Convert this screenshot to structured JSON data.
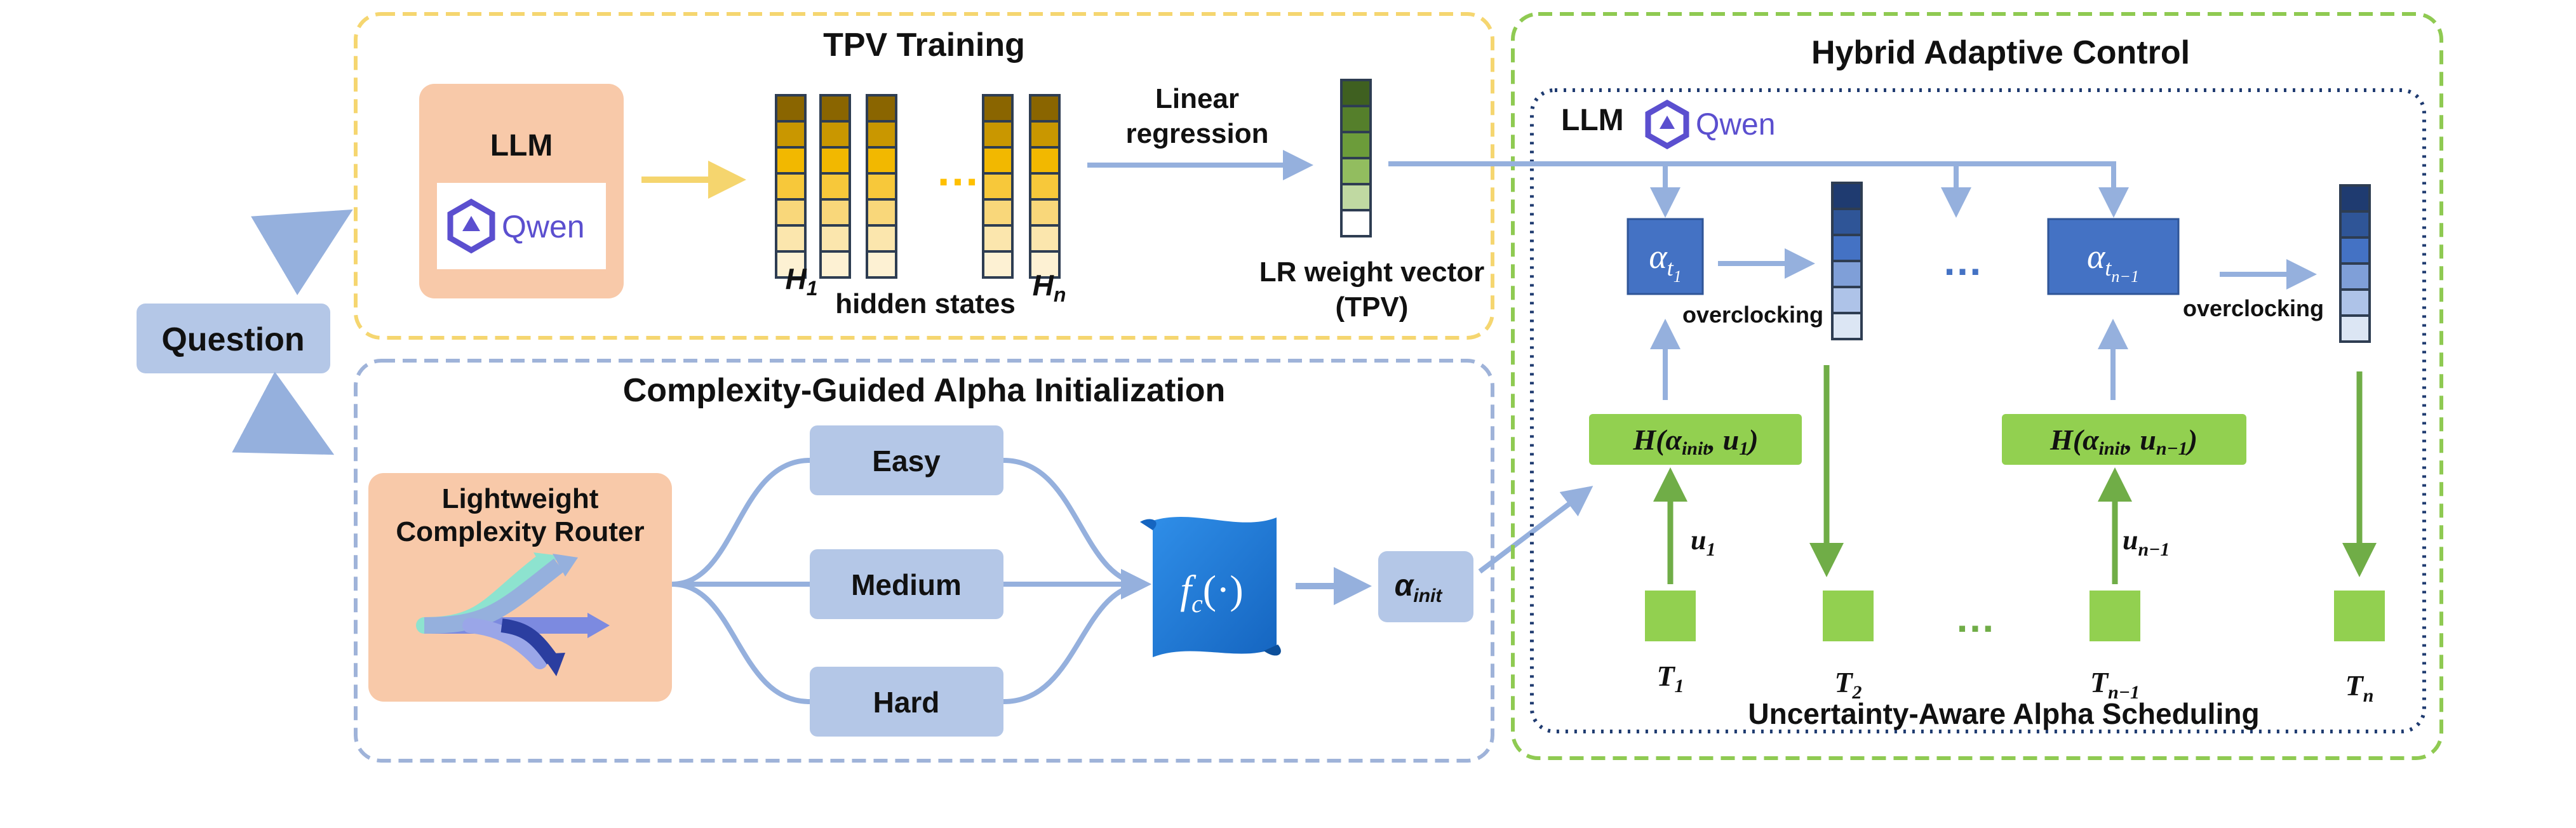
{
  "question": "Question",
  "tpv_panel": {
    "title": "TPV Training",
    "llm_label": "LLM",
    "qwen_text": "Qwen",
    "h1_label": "H",
    "h1_sub": "1",
    "hidden_states_label": "hidden states",
    "hn_label": "H",
    "hn_sub": "n",
    "ellipsis": "…",
    "linear_regression_line1": "Linear",
    "linear_regression_line2": "regression",
    "lr_label_line1": "LR weight vector",
    "lr_label_line2": "(TPV)"
  },
  "complexity_panel": {
    "title": "Complexity-Guided Alpha Initialization",
    "router_line1": "Lightweight",
    "router_line2": "Complexity Router",
    "easy": "Easy",
    "medium": "Medium",
    "hard": "Hard",
    "fc_f": "f",
    "fc_sub": "c",
    "fc_rest": "(·)",
    "alpha_init_symbol": "α",
    "alpha_init_sub": "init"
  },
  "hybrid_panel": {
    "title": "Hybrid Adaptive Control",
    "llm_label": "LLM",
    "qwen_text": "Qwen",
    "alpha_symbol": "α",
    "alpha_t1_sub": "t",
    "alpha_t1_subsub": "1",
    "alpha_tn_sub": "t",
    "alpha_tn_subsub": "n−1",
    "overclocking_1": "overclocking",
    "overclocking_2": "overclocking",
    "h_func_1": "H(α",
    "h_func_1_sub": "init",
    "h_func_1_rest": ", u",
    "h_func_1_rest_sub": "1",
    "h_func_1_close": ")",
    "h_func_2": "H(α",
    "h_func_2_sub": "init",
    "h_func_2_rest": ", u",
    "h_func_2_rest_sub": "n−1",
    "h_func_2_close": ")",
    "u1": "u",
    "u1_sub": "1",
    "un1": "u",
    "un1_sub": "n−1",
    "t1": "T",
    "t1_sub": "1",
    "t2": "T",
    "t2_sub": "2",
    "tn1": "T",
    "tn1_sub": "n−1",
    "tn": "T",
    "tn_sub": "n",
    "dots_blue": "…",
    "dots_green": "…",
    "scheduling_label": "Uncertainty-Aware Alpha Scheduling"
  },
  "colors": {
    "tpv_border": "#f5d670",
    "complexity_border": "#9fb3d9",
    "hybrid_border": "#8fca52",
    "dotted_border": "#1f3b70",
    "peach": "#f8c9a9",
    "light_blue_box": "#b4c7e7",
    "alpha_blue": "#4472c4",
    "green": "#92d050",
    "arrow_blue": "#95b0dd",
    "arrow_green": "#70ad47",
    "arrow_yellow": "#f5d56e",
    "scroll_blue": "#1f7bd8",
    "qwen_purple": "#5b4fcf"
  }
}
